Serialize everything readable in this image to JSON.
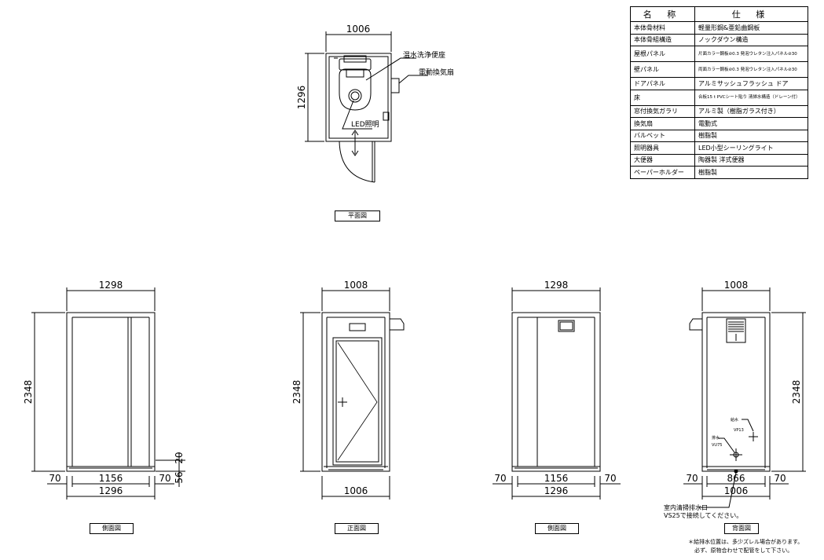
{
  "spec_table": {
    "header": {
      "name": "名 称",
      "spec": "仕 様"
    },
    "rows": [
      {
        "name": "本体骨材料",
        "spec": "軽量形鋼&亜鉛曲鋼板"
      },
      {
        "name": "本体骨組構造",
        "spec": "ノックダウン構造"
      },
      {
        "name": "屋根パネル",
        "spec": "片面カラー鋼板⊘0.3 発泡ウレタン注入パネル⊘30"
      },
      {
        "name": "壁パネル",
        "spec": "両面カラー鋼板⊘0.3 発泡ウレタン注入パネル⊘30"
      },
      {
        "name": "ドアパネル",
        "spec": "アルミサッシュフラッシュ ドア"
      },
      {
        "name": "床",
        "spec": "合板15 t PVCシート貼り 清掃水構造（ドレーン付）"
      },
      {
        "name": "窓付換気ガラリ",
        "spec": "アルミ製（樹脂ガラス付き）"
      },
      {
        "name": "換気扇",
        "spec": "電動式"
      },
      {
        "name": "バルベット",
        "spec": "樹脂製"
      },
      {
        "name": "照明器具",
        "spec": "LED小型シーリングライト"
      },
      {
        "name": "大便器",
        "spec": "陶器製 洋式便器"
      },
      {
        "name": "ペーパーホルダー",
        "spec": "樹脂製"
      }
    ]
  },
  "plan": {
    "width_dim": "1006",
    "depth_dim": "1296",
    "callout_toilet": "温水洗浄便座",
    "callout_fan": "電動換気扇",
    "callout_led": "LED照明",
    "caption": "平面図"
  },
  "side_left": {
    "top_dim": "1298",
    "height_dim": "2348",
    "dim_20": "20",
    "dim_56": "56",
    "dim_70_left": "70",
    "dim_inner": "1156",
    "dim_70_right": "70",
    "dim_total": "1296",
    "caption": "側面図"
  },
  "front": {
    "top_dim": "1008",
    "height_dim": "2348",
    "bottom_dim": "1006",
    "caption": "正面図"
  },
  "side_right": {
    "top_dim": "1298",
    "dim_70_left": "70",
    "dim_inner": "1156",
    "dim_70_right": "70",
    "dim_total": "1296",
    "caption": "側面図"
  },
  "back": {
    "top_dim": "1008",
    "height_dim": "2348",
    "dim_70_left": "70",
    "dim_inner": "866",
    "dim_70_right": "70",
    "dim_total": "1006",
    "label_supply": "給水",
    "label_supply_pipe": "VP13",
    "label_drain": "排水",
    "label_drain_pipe": "VU75",
    "drain_note_1": "室内清掃排水口",
    "drain_note_2": "VS25で接続してください。",
    "caption": "背面図"
  },
  "footnote": {
    "line1": "＊給排水位置は、多少ズレル場合があります。",
    "line2": "必ず、原物合わせで配管をして下さい。"
  }
}
